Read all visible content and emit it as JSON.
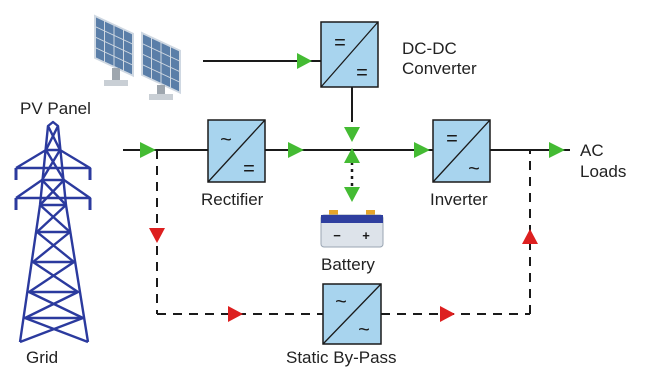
{
  "labels": {
    "pv_panel": "PV Panel",
    "grid": "Grid",
    "dcdc_line1": "DC-DC",
    "dcdc_line2": "Converter",
    "rectifier": "Rectifier",
    "inverter": "Inverter",
    "battery": "Battery",
    "ac_line1": "AC",
    "ac_line2": "Loads",
    "static_bypass": "Static By-Pass"
  },
  "block_symbols": {
    "dc": "=",
    "ac": "~",
    "battery_minus": "−",
    "battery_plus": "+"
  },
  "colors": {
    "block_fill": "#a8d4ee",
    "block_stroke": "#1a1a1a",
    "line": "#1a1a1a",
    "normal_flow_arrow": "#44bb33",
    "bypass_flow_arrow": "#dd1f1f",
    "tower": "#2b3a9e",
    "battery_body": "#dde3ea",
    "battery_band": "#2f3f9f"
  },
  "icons": [
    "solar-panel-icon",
    "transmission-tower-icon",
    "battery-icon"
  ]
}
